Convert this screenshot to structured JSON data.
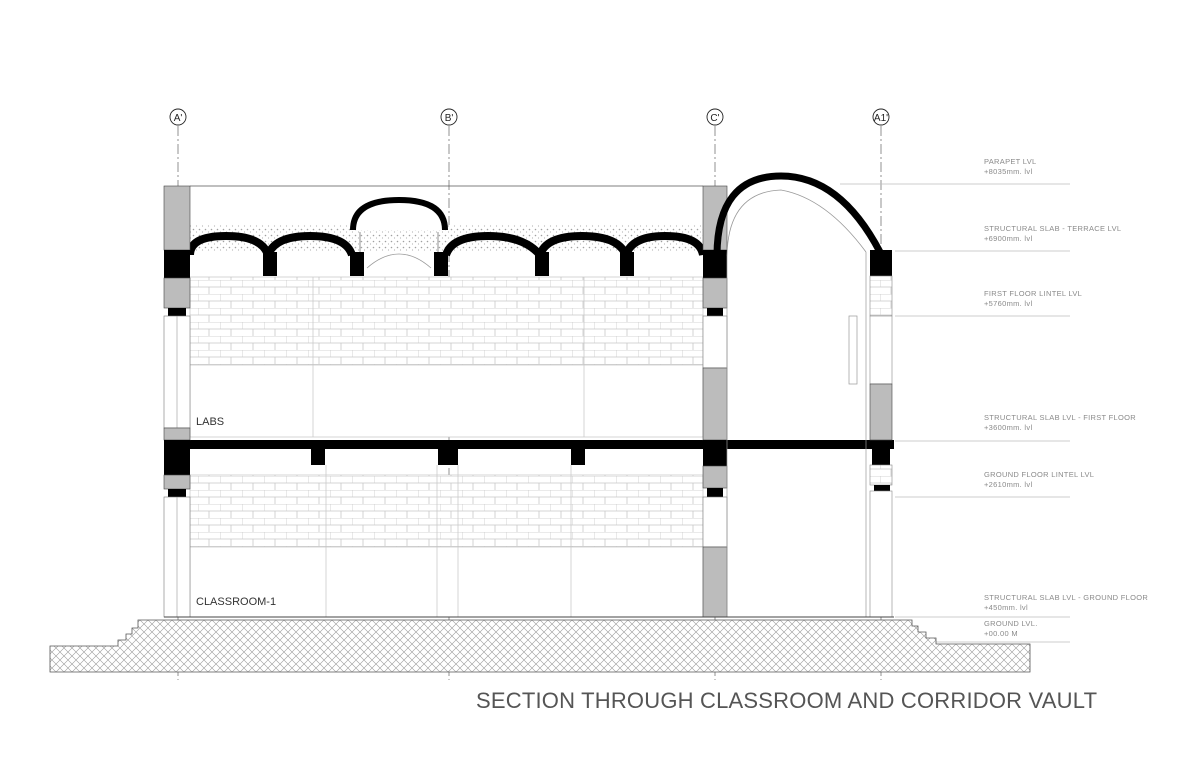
{
  "title": "SECTION THROUGH CLASSROOM AND CORRIDOR VAULT",
  "grid_axes": [
    {
      "id": "axis-a-prime",
      "label": "A'"
    },
    {
      "id": "axis-b-prime",
      "label": "B'"
    },
    {
      "id": "axis-c-prime",
      "label": "C'"
    },
    {
      "id": "axis-a1-prime",
      "label": "A1'"
    }
  ],
  "levels": [
    {
      "id": "parapet",
      "name": "PARAPET LVL",
      "value": "+8035mm. lvl"
    },
    {
      "id": "terrace",
      "name": "STRUCTURAL SLAB - TERRACE LVL",
      "value": "+6900mm. lvl"
    },
    {
      "id": "ff-lintel",
      "name": "FIRST FLOOR LINTEL LVL",
      "value": "+5760mm. lvl"
    },
    {
      "id": "first-floor",
      "name": "STRUCTURAL SLAB LVL - FIRST FLOOR",
      "value": "+3600mm. lvl"
    },
    {
      "id": "gf-lintel",
      "name": "GROUND FLOOR LINTEL LVL",
      "value": "+2610mm. lvl"
    },
    {
      "id": "ground-floor",
      "name": "STRUCTURAL SLAB LVL - GROUND FLOOR",
      "value": "+450mm. lvl"
    },
    {
      "id": "ground",
      "name": "GROUND LVL.",
      "value": "+00.00 M"
    }
  ],
  "rooms": {
    "upper": "LABS",
    "lower": "CLASSROOM-1"
  }
}
